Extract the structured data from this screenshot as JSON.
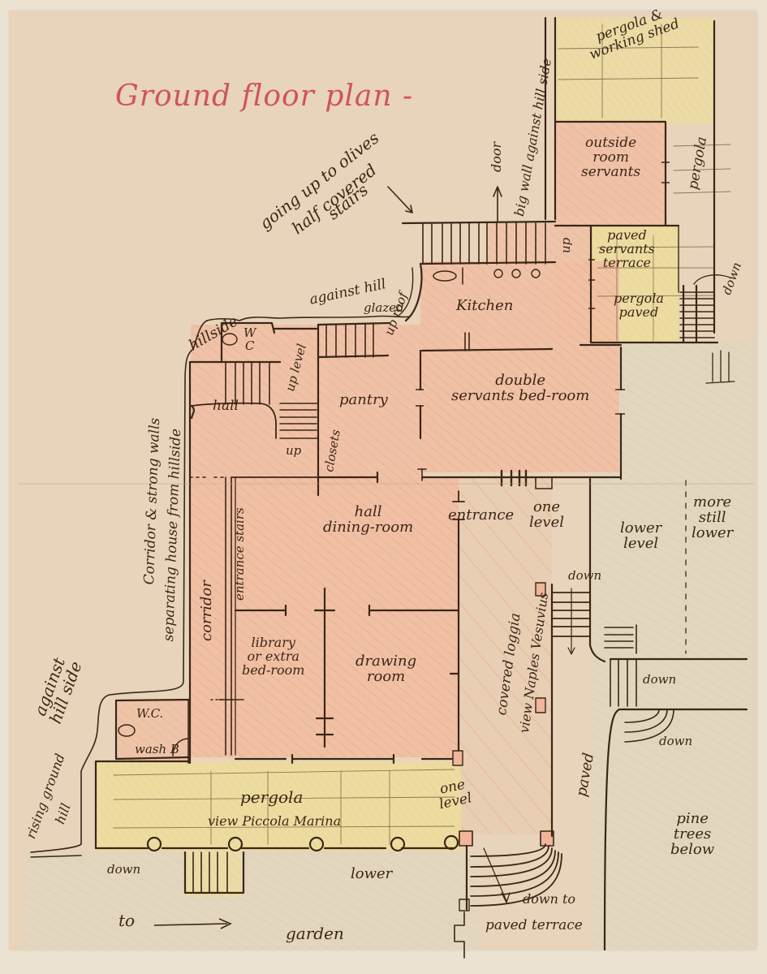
{
  "title": "Ground floor plan -",
  "colors": {
    "paper": "#e8d4bb",
    "mount": "#ece2d2",
    "ink": "#3a2616",
    "title_red": "#d0545a",
    "room_pink": "#f0b59a",
    "pergola_yellow": "#ecdc9a",
    "garden_green": "#c9d8b4"
  },
  "labels": {
    "going_up": "going up to olives",
    "half_covered": "half covered",
    "stairs": "stairs",
    "door_top": "door",
    "big_wall": "big wall against hill side",
    "pergola_working_shed": "pergola &\nworking shed",
    "outside_room": "outside\nroom\nservants",
    "pergola_right": "pergola",
    "paved_servants_terrace": "paved\nservants\nterrace",
    "pergola_paved": "pergola\npaved",
    "down_right": "down",
    "up_stair": "up",
    "against_hill_top": "against hill",
    "glazed": "glazed",
    "up_roof": "up roof",
    "kitchen": "Kitchen",
    "hillside_top": "hillside",
    "wc_top": "W\nC",
    "up_level": "up level",
    "pantry": "pantry",
    "closets": "closets",
    "double_servants": "double\nservants bed-room",
    "hall_small": "hall",
    "up_small": "up",
    "corridor_note": "Corridor & strong walls",
    "separating_note": "separating house from hillside",
    "corridor": "corridor",
    "entrance_stairs": "entrance stairs",
    "hall_dining": "hall\ndining-room",
    "entrance": "entrance",
    "one_level_1": "one\nlevel",
    "lower_level": "lower\nlevel",
    "more_still_lower": "more\nstill\nlower",
    "library": "library\nor extra\nbed-room",
    "drawing_room": "drawing\nroom",
    "covered_loggia": "covered loggia",
    "view_naples": "view Naples Vesuvius",
    "down_loggia": "down",
    "down_mid": "down",
    "down_curve": "down",
    "against_hill_side": "against\nhill side",
    "rising_ground": "rising ground",
    "hill": "hill",
    "wc_bottom": "W.C.",
    "wash_b": "wash B",
    "pergola_bottom": "pergola",
    "view_piccola": "view Piccola Marina",
    "one_level_2": "one\nlevel",
    "paved": "paved",
    "pine_trees": "pine\ntrees\nbelow",
    "down_left": "down",
    "lower_bottom": "lower",
    "to": "to",
    "garden": "garden",
    "down_to": "down to",
    "paved_terrace": "paved terrace"
  }
}
